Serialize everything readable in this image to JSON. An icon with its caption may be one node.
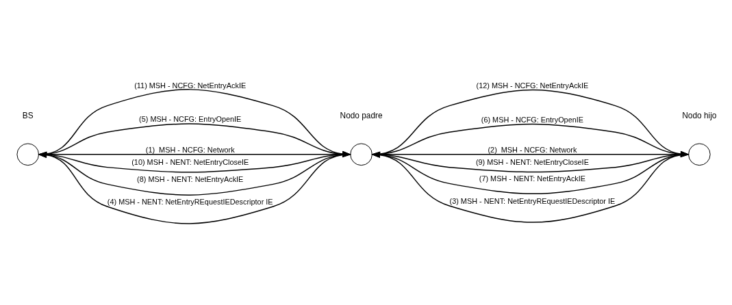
{
  "diagram": {
    "nodes": [
      {
        "text": [],
        "shape": "circle",
        "beside": [
          "BS"
        ]
      },
      {
        "text": [],
        "shape": "circle",
        "beside": [
          "Nodo padre"
        ]
      },
      {
        "text": [],
        "shape": "circle",
        "beside": [
          "Nodo hijo"
        ]
      }
    ],
    "edges": [
      {
        "from": 0,
        "to": 1,
        "arrow": "to",
        "label": "(11) MSH - NCFG: NetEntryAckIE"
      },
      {
        "from": 1,
        "to": 2,
        "arrow": "to",
        "label": "(12) MSH - NCFG: NetEntryAckIE"
      },
      {
        "from": 1,
        "to": 0,
        "arrow": "to",
        "label": "(10) MSH - NENT: NetEntryCloseIE"
      },
      {
        "from": 2,
        "to": 1,
        "arrow": "to",
        "label": "(9) MSH - NENT: NetEntryCloseIE"
      },
      {
        "from": 1,
        "to": 0,
        "arrow": "to",
        "label": "(8) MSH - NENT: NetEntryAckIE"
      },
      {
        "from": 2,
        "to": 1,
        "arrow": "to",
        "label": "(7) MSH - NENT: NetEntryAckIE"
      },
      {
        "from": 0,
        "to": 1,
        "arrow": "to",
        "label": "(5) MSH - NCFG: EntryOpenIE"
      },
      {
        "from": 1,
        "to": 2,
        "arrow": "to",
        "label": "(6) MSH - NCFG: EntryOpenIE"
      },
      {
        "from": 1,
        "to": 0,
        "arrow": "to",
        "label": "(4) MSH - NENT: NetEntryREquestIEDescriptor IE"
      },
      {
        "from": 2,
        "to": 1,
        "arrow": "to",
        "label": "(3) MSH - NENT: NetEntryREquestIEDescriptor IE"
      },
      {
        "from": 0,
        "to": 1,
        "arrow": "to",
        "label": "(1)  MSH - NCFG: Network"
      },
      {
        "from": 1,
        "to": 2,
        "arrow": "to",
        "label": "(2)  MSH - NCFG: Network"
      }
    ]
  }
}
